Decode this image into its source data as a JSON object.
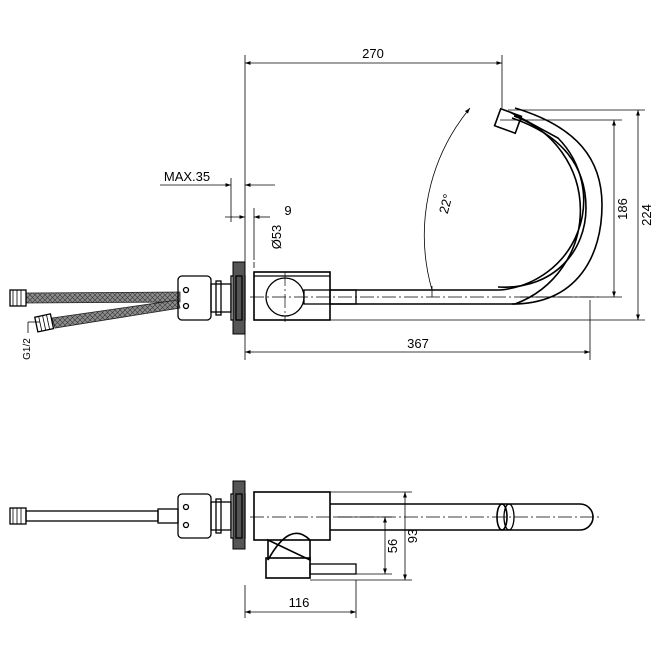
{
  "dimensions": {
    "reach": "270",
    "max_deck": "MAX.35",
    "nine": "9",
    "diameter": "Ø53",
    "angle": "22°",
    "spout_height": "186",
    "total_height": "224",
    "total_length": "367",
    "thread": "G1/2",
    "depth_56": "56",
    "depth_93": "93",
    "base_116": "116"
  }
}
